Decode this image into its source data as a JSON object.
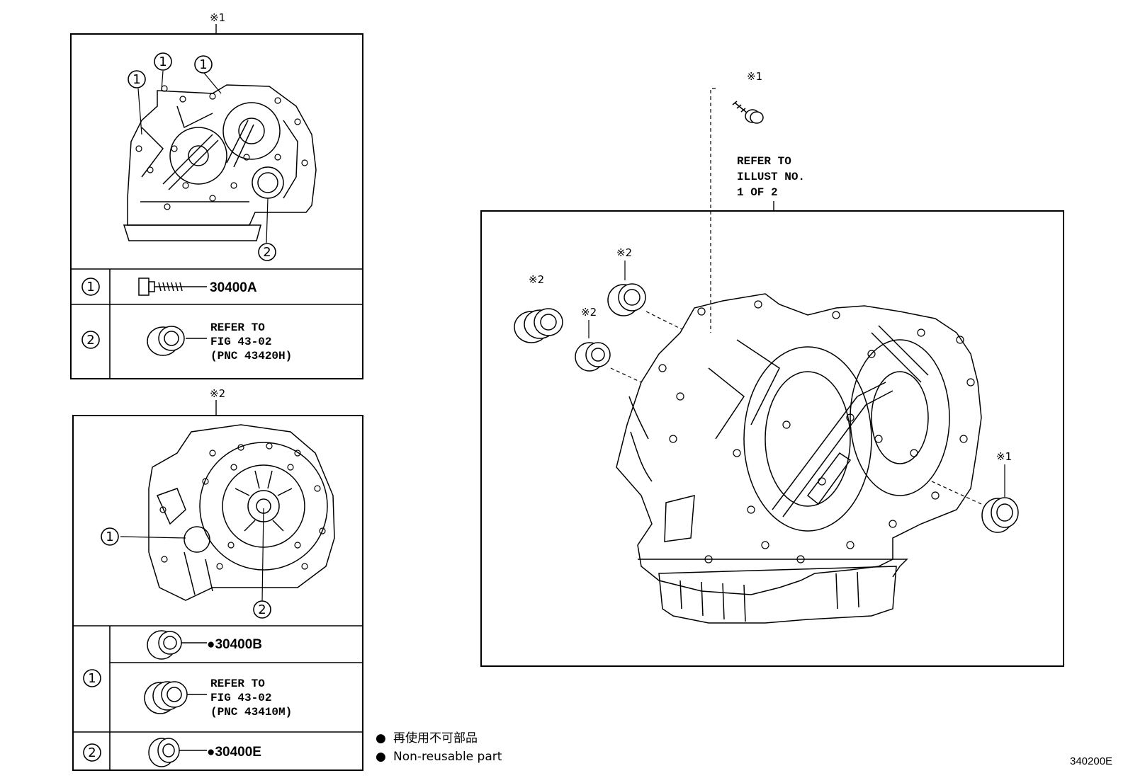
{
  "inset1": {
    "marker": "※1",
    "callouts": {
      "one_a": "1",
      "one_b": "1",
      "one_c": "1",
      "two": "2"
    },
    "rows": [
      {
        "num": "1",
        "part": "30400A"
      },
      {
        "num": "2",
        "refer": [
          "REFER TO",
          "FIG 43-02",
          "(PNC 43420H)"
        ]
      }
    ]
  },
  "inset2": {
    "marker": "※2",
    "callouts": {
      "one": "1",
      "two": "2"
    },
    "rows": [
      {
        "num": "1",
        "part": "●30400B",
        "refer": [
          "REFER TO",
          "FIG 43-02",
          "(PNC 43410M)"
        ]
      },
      {
        "num": "2",
        "part": "●30400E"
      }
    ]
  },
  "main": {
    "bolt_marker": "※1",
    "refer_note": [
      "REFER TO",
      "ILLUST NO.",
      "1 OF 2"
    ],
    "seal_markers": {
      "left": "※2",
      "mid": "※2",
      "top": "※2",
      "right": "※1"
    }
  },
  "legend": {
    "bullet": "●",
    "japanese": "再使用不可部品",
    "english": "Non-reusable part"
  },
  "figure_code": "340200E",
  "colors": {
    "line": "#000000",
    "background": "#ffffff"
  }
}
